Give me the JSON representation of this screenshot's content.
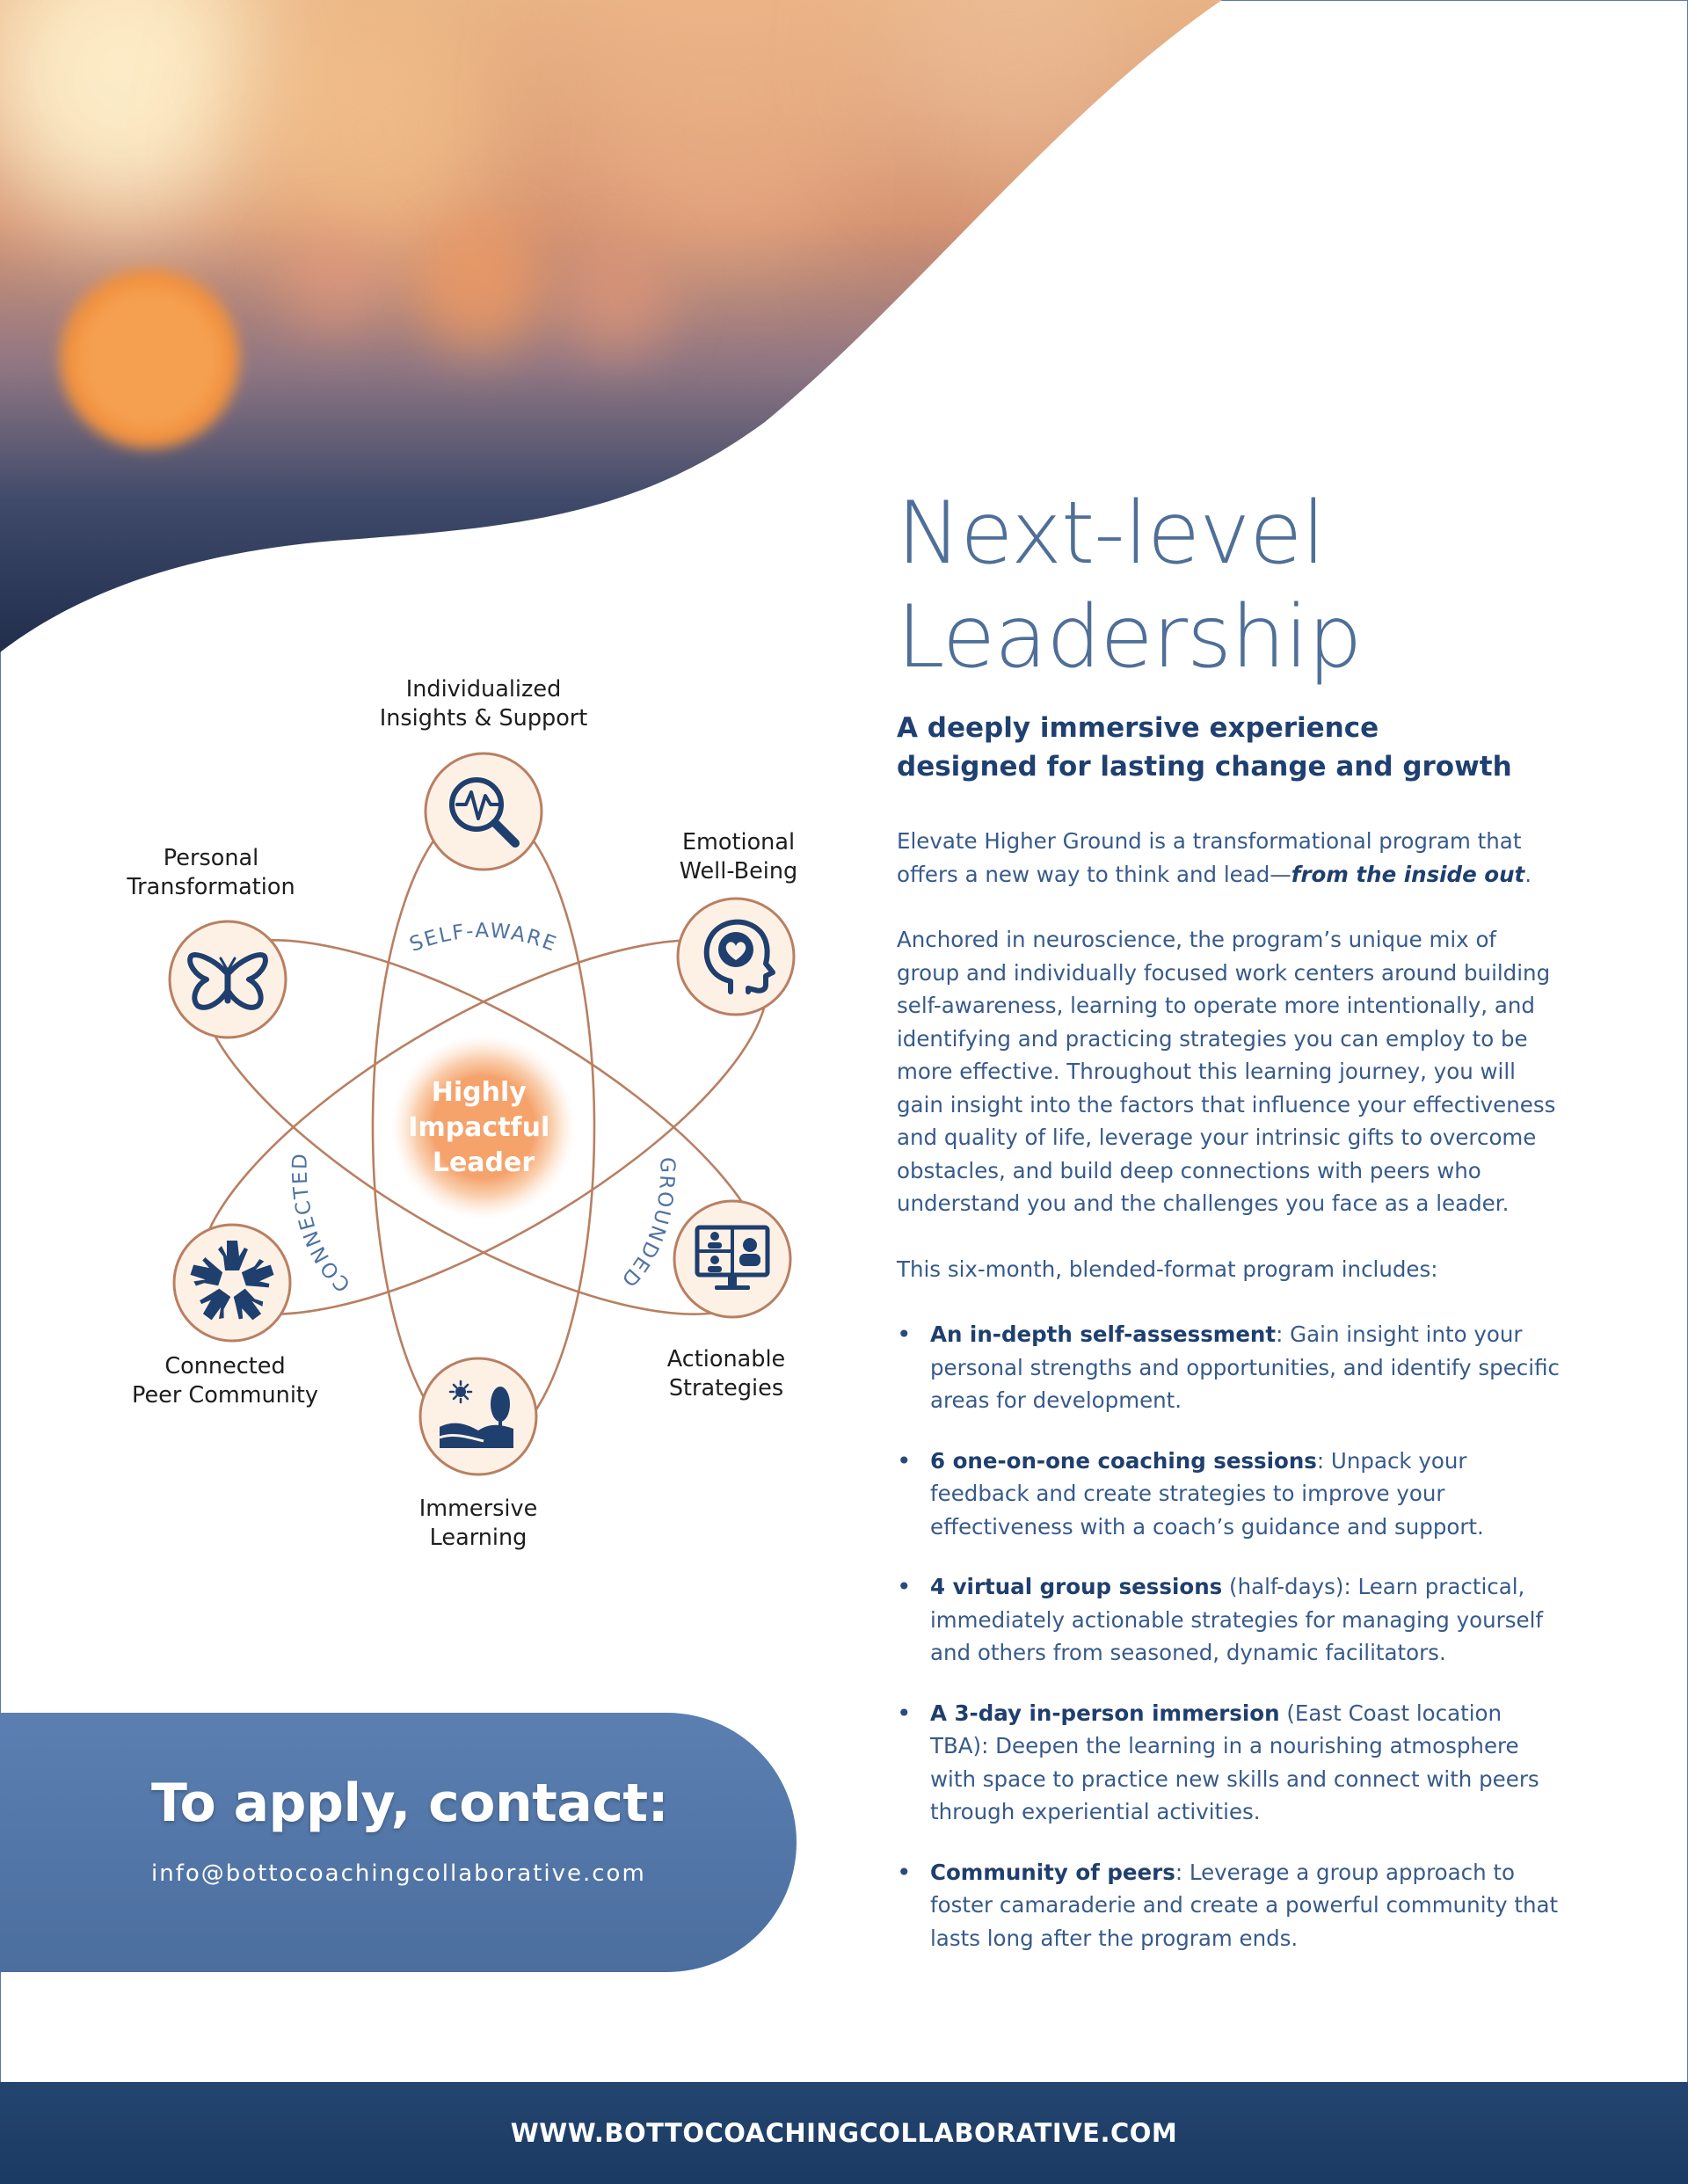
{
  "document": {
    "title_lines": [
      "Next-level",
      "Leadership"
    ],
    "subtitle_lines": [
      "A deeply immersive experience",
      "designed for lasting change and growth"
    ],
    "intro": {
      "text": "Elevate Higher Ground is a transformational program that offers a new way to think and lead—",
      "emphasis": "from the inside out",
      "end": "."
    },
    "paragraph2": "Anchored in neuroscience, the program’s unique mix of group and individually focused work centers around building self-awareness, learning to operate more intentionally, and identifying and practicing strategies you can employ to be more effective. Throughout this learning journey, you will gain insight into the factors that influence your effectiveness and quality of life, leverage your intrinsic gifts to overcome obstacles, and build deep connections with peers who understand you and the challenges you face as a leader.",
    "includes_intro": "This six-month, blended-format program includes:",
    "bullets": [
      {
        "title": "An in-depth self-assessment",
        "rest": ": Gain insight into your personal strengths and opportunities, and identify specific areas for development."
      },
      {
        "title": "6 one-on-one coaching sessions",
        "rest": ": Unpack your feedback and create strategies to improve your effectiveness with a coach’s guidance and support."
      },
      {
        "title": "4 virtual group sessions",
        "rest": " (half-days): Learn practical, immediately actionable strategies for managing yourself and others from seasoned, dynamic facilitators."
      },
      {
        "title": "A 3-day in-person immersion",
        "rest": " (East Coast location TBA): Deepen the learning in a nourishing atmosphere with space to practice new skills and connect with peers through experiential activities."
      },
      {
        "title": "Community of peers",
        "rest": ": Leverage a group approach to foster camaraderie and create a powerful community that lasts long after the program ends."
      }
    ]
  },
  "diagram": {
    "center_lines": [
      "Highly",
      "Impactful",
      "Leader"
    ],
    "arc_labels": {
      "self_aware": "SELF-AWARE",
      "grounded": "GROUNDED",
      "connected": "CONNECTED"
    },
    "nodes": {
      "insights": {
        "lines": [
          "Individualized",
          "Insights & Support"
        ],
        "icon": "magnifier-pulse-icon"
      },
      "emotional": {
        "lines": [
          "Emotional",
          "Well-Being"
        ],
        "icon": "head-heart-icon"
      },
      "actionable": {
        "lines": [
          "Actionable",
          "Strategies"
        ],
        "icon": "video-meeting-icon"
      },
      "immersive": {
        "lines": [
          "Immersive",
          "Learning"
        ],
        "icon": "landscape-tree-icon"
      },
      "connected": {
        "lines": [
          "Connected",
          "Peer Community"
        ],
        "icon": "joined-hands-icon"
      },
      "personal": {
        "lines": [
          "Personal",
          "Transformation"
        ],
        "icon": "butterfly-icon"
      }
    }
  },
  "cta": {
    "title": "To apply, contact:",
    "email": "info@bottocoachingcollaborative.com"
  },
  "footer": {
    "url": "WWW.BOTTOCOACHINGCOLLABORATIVE.COM"
  },
  "colors": {
    "brand_navy": "#1f3f6e",
    "title_blue": "#4f6f98",
    "accent_orange": "#f5a26b",
    "orbit_brown": "#b97f62",
    "node_fill": "#fdf1e6",
    "cta_blue": "#5277aa"
  }
}
